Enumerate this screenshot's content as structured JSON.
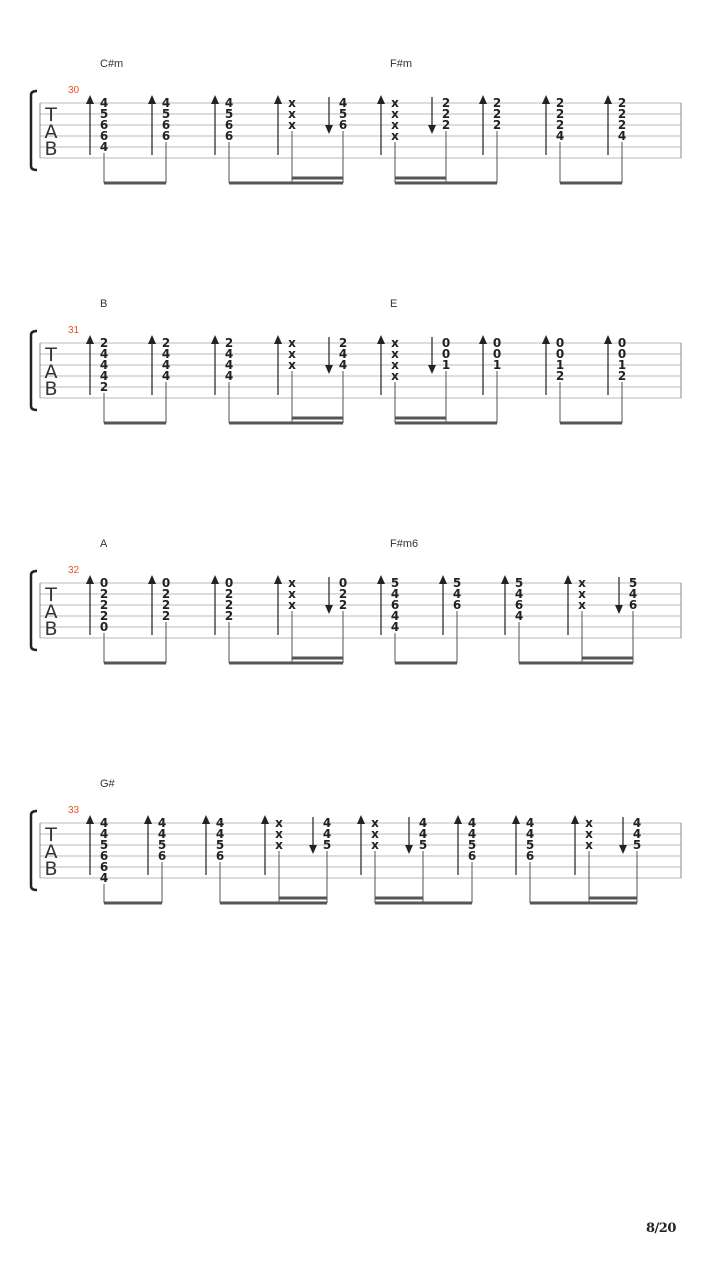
{
  "page_number": "8/20",
  "tab_letters": [
    "T",
    "A",
    "B"
  ],
  "systems": [
    {
      "measure": "30",
      "chords": [
        {
          "name": "C#m",
          "at_beat": 0
        },
        {
          "name": "F#m",
          "at_beat": 5
        }
      ],
      "beats": [
        {
          "notes": [
            {
              "s": 1,
              "f": "4"
            },
            {
              "s": 2,
              "f": "5"
            },
            {
              "s": 3,
              "f": "6"
            },
            {
              "s": 4,
              "f": "6"
            },
            {
              "s": 5,
              "f": "4"
            }
          ],
          "stroke": "up"
        },
        {
          "notes": [
            {
              "s": 1,
              "f": "4"
            },
            {
              "s": 2,
              "f": "5"
            },
            {
              "s": 3,
              "f": "6"
            },
            {
              "s": 4,
              "f": "6"
            }
          ],
          "stroke": "up"
        },
        {
          "notes": [
            {
              "s": 1,
              "f": "4"
            },
            {
              "s": 2,
              "f": "5"
            },
            {
              "s": 3,
              "f": "6"
            },
            {
              "s": 4,
              "f": "6"
            }
          ],
          "stroke": "up"
        },
        {
          "notes": [
            {
              "s": 1,
              "f": "x"
            },
            {
              "s": 2,
              "f": "x"
            },
            {
              "s": 3,
              "f": "x"
            }
          ],
          "stroke": "up"
        },
        {
          "notes": [
            {
              "s": 1,
              "f": "4"
            },
            {
              "s": 2,
              "f": "5"
            },
            {
              "s": 3,
              "f": "6"
            }
          ],
          "stroke": "down"
        },
        {
          "notes": [
            {
              "s": 1,
              "f": "x"
            },
            {
              "s": 2,
              "f": "x"
            },
            {
              "s": 3,
              "f": "x"
            },
            {
              "s": 4,
              "f": "x"
            }
          ],
          "stroke": "up"
        },
        {
          "notes": [
            {
              "s": 1,
              "f": "2"
            },
            {
              "s": 2,
              "f": "2"
            },
            {
              "s": 3,
              "f": "2"
            }
          ],
          "stroke": "down"
        },
        {
          "notes": [
            {
              "s": 1,
              "f": "2"
            },
            {
              "s": 2,
              "f": "2"
            },
            {
              "s": 3,
              "f": "2"
            }
          ],
          "stroke": "up"
        },
        {
          "notes": [
            {
              "s": 1,
              "f": "2"
            },
            {
              "s": 2,
              "f": "2"
            },
            {
              "s": 3,
              "f": "2"
            },
            {
              "s": 4,
              "f": "4"
            }
          ],
          "stroke": "up"
        },
        {
          "notes": [
            {
              "s": 1,
              "f": "2"
            },
            {
              "s": 2,
              "f": "2"
            },
            {
              "s": 3,
              "f": "2"
            },
            {
              "s": 4,
              "f": "4"
            }
          ],
          "stroke": "up"
        }
      ],
      "beams": [
        {
          "from": 0,
          "to": 1,
          "level": 1
        },
        {
          "from": 2,
          "to": 4,
          "level": 1
        },
        {
          "from": 3,
          "to": 4,
          "level": 2
        },
        {
          "from": 5,
          "to": 7,
          "level": 1
        },
        {
          "from": 5,
          "to": 6,
          "level": 2
        },
        {
          "from": 8,
          "to": 9,
          "level": 1
        }
      ]
    },
    {
      "measure": "31",
      "chords": [
        {
          "name": "B",
          "at_beat": 0
        },
        {
          "name": "E",
          "at_beat": 5
        }
      ],
      "beats": [
        {
          "notes": [
            {
              "s": 1,
              "f": "2"
            },
            {
              "s": 2,
              "f": "4"
            },
            {
              "s": 3,
              "f": "4"
            },
            {
              "s": 4,
              "f": "4"
            },
            {
              "s": 5,
              "f": "2"
            }
          ],
          "stroke": "up"
        },
        {
          "notes": [
            {
              "s": 1,
              "f": "2"
            },
            {
              "s": 2,
              "f": "4"
            },
            {
              "s": 3,
              "f": "4"
            },
            {
              "s": 4,
              "f": "4"
            }
          ],
          "stroke": "up"
        },
        {
          "notes": [
            {
              "s": 1,
              "f": "2"
            },
            {
              "s": 2,
              "f": "4"
            },
            {
              "s": 3,
              "f": "4"
            },
            {
              "s": 4,
              "f": "4"
            }
          ],
          "stroke": "up"
        },
        {
          "notes": [
            {
              "s": 1,
              "f": "x"
            },
            {
              "s": 2,
              "f": "x"
            },
            {
              "s": 3,
              "f": "x"
            }
          ],
          "stroke": "up"
        },
        {
          "notes": [
            {
              "s": 1,
              "f": "2"
            },
            {
              "s": 2,
              "f": "4"
            },
            {
              "s": 3,
              "f": "4"
            }
          ],
          "stroke": "down"
        },
        {
          "notes": [
            {
              "s": 1,
              "f": "x"
            },
            {
              "s": 2,
              "f": "x"
            },
            {
              "s": 3,
              "f": "x"
            },
            {
              "s": 4,
              "f": "x"
            }
          ],
          "stroke": "up"
        },
        {
          "notes": [
            {
              "s": 1,
              "f": "0"
            },
            {
              "s": 2,
              "f": "0"
            },
            {
              "s": 3,
              "f": "1"
            }
          ],
          "stroke": "down"
        },
        {
          "notes": [
            {
              "s": 1,
              "f": "0"
            },
            {
              "s": 2,
              "f": "0"
            },
            {
              "s": 3,
              "f": "1"
            }
          ],
          "stroke": "up"
        },
        {
          "notes": [
            {
              "s": 1,
              "f": "0"
            },
            {
              "s": 2,
              "f": "0"
            },
            {
              "s": 3,
              "f": "1"
            },
            {
              "s": 4,
              "f": "2"
            }
          ],
          "stroke": "up"
        },
        {
          "notes": [
            {
              "s": 1,
              "f": "0"
            },
            {
              "s": 2,
              "f": "0"
            },
            {
              "s": 3,
              "f": "1"
            },
            {
              "s": 4,
              "f": "2"
            }
          ],
          "stroke": "up"
        }
      ],
      "beams": [
        {
          "from": 0,
          "to": 1,
          "level": 1
        },
        {
          "from": 2,
          "to": 4,
          "level": 1
        },
        {
          "from": 3,
          "to": 4,
          "level": 2
        },
        {
          "from": 5,
          "to": 7,
          "level": 1
        },
        {
          "from": 5,
          "to": 6,
          "level": 2
        },
        {
          "from": 8,
          "to": 9,
          "level": 1
        }
      ]
    },
    {
      "measure": "32",
      "chords": [
        {
          "name": "A",
          "at_beat": 0
        },
        {
          "name": "F#m6",
          "at_beat": 5
        }
      ],
      "beats": [
        {
          "notes": [
            {
              "s": 1,
              "f": "0"
            },
            {
              "s": 2,
              "f": "2"
            },
            {
              "s": 3,
              "f": "2"
            },
            {
              "s": 4,
              "f": "2"
            },
            {
              "s": 5,
              "f": "0"
            }
          ],
          "stroke": "up"
        },
        {
          "notes": [
            {
              "s": 1,
              "f": "0"
            },
            {
              "s": 2,
              "f": "2"
            },
            {
              "s": 3,
              "f": "2"
            },
            {
              "s": 4,
              "f": "2"
            }
          ],
          "stroke": "up"
        },
        {
          "notes": [
            {
              "s": 1,
              "f": "0"
            },
            {
              "s": 2,
              "f": "2"
            },
            {
              "s": 3,
              "f": "2"
            },
            {
              "s": 4,
              "f": "2"
            }
          ],
          "stroke": "up"
        },
        {
          "notes": [
            {
              "s": 1,
              "f": "x"
            },
            {
              "s": 2,
              "f": "x"
            },
            {
              "s": 3,
              "f": "x"
            }
          ],
          "stroke": "up"
        },
        {
          "notes": [
            {
              "s": 1,
              "f": "0"
            },
            {
              "s": 2,
              "f": "2"
            },
            {
              "s": 3,
              "f": "2"
            }
          ],
          "stroke": "down"
        },
        {
          "notes": [
            {
              "s": 1,
              "f": "5"
            },
            {
              "s": 2,
              "f": "4"
            },
            {
              "s": 3,
              "f": "6"
            },
            {
              "s": 4,
              "f": "4"
            },
            {
              "s": 5,
              "f": "4"
            }
          ],
          "stroke": "up"
        },
        {
          "notes": [
            {
              "s": 1,
              "f": "5"
            },
            {
              "s": 2,
              "f": "4"
            },
            {
              "s": 3,
              "f": "6"
            }
          ],
          "stroke": "up"
        },
        {
          "notes": [
            {
              "s": 1,
              "f": "5"
            },
            {
              "s": 2,
              "f": "4"
            },
            {
              "s": 3,
              "f": "6"
            },
            {
              "s": 4,
              "f": "4"
            }
          ],
          "stroke": "up"
        },
        {
          "notes": [
            {
              "s": 1,
              "f": "x"
            },
            {
              "s": 2,
              "f": "x"
            },
            {
              "s": 3,
              "f": "x"
            }
          ],
          "stroke": "up"
        },
        {
          "notes": [
            {
              "s": 1,
              "f": "5"
            },
            {
              "s": 2,
              "f": "4"
            },
            {
              "s": 3,
              "f": "6"
            }
          ],
          "stroke": "down"
        }
      ],
      "beams": [
        {
          "from": 0,
          "to": 1,
          "level": 1
        },
        {
          "from": 2,
          "to": 4,
          "level": 1
        },
        {
          "from": 3,
          "to": 4,
          "level": 2
        },
        {
          "from": 5,
          "to": 6,
          "level": 1
        },
        {
          "from": 7,
          "to": 9,
          "level": 1
        },
        {
          "from": 8,
          "to": 9,
          "level": 2
        }
      ]
    },
    {
      "measure": "33",
      "chords": [
        {
          "name": "G#",
          "at_beat": 0
        }
      ],
      "beats": [
        {
          "notes": [
            {
              "s": 1,
              "f": "4"
            },
            {
              "s": 2,
              "f": "4"
            },
            {
              "s": 3,
              "f": "5"
            },
            {
              "s": 4,
              "f": "6"
            },
            {
              "s": 5,
              "f": "6"
            },
            {
              "s": 6,
              "f": "4"
            }
          ],
          "stroke": "up"
        },
        {
          "notes": [
            {
              "s": 1,
              "f": "4"
            },
            {
              "s": 2,
              "f": "4"
            },
            {
              "s": 3,
              "f": "5"
            },
            {
              "s": 4,
              "f": "6"
            }
          ],
          "stroke": "up"
        },
        {
          "notes": [
            {
              "s": 1,
              "f": "4"
            },
            {
              "s": 2,
              "f": "4"
            },
            {
              "s": 3,
              "f": "5"
            },
            {
              "s": 4,
              "f": "6"
            }
          ],
          "stroke": "up"
        },
        {
          "notes": [
            {
              "s": 1,
              "f": "x"
            },
            {
              "s": 2,
              "f": "x"
            },
            {
              "s": 3,
              "f": "x"
            }
          ],
          "stroke": "up"
        },
        {
          "notes": [
            {
              "s": 1,
              "f": "4"
            },
            {
              "s": 2,
              "f": "4"
            },
            {
              "s": 3,
              "f": "5"
            }
          ],
          "stroke": "down"
        },
        {
          "notes": [
            {
              "s": 1,
              "f": "x"
            },
            {
              "s": 2,
              "f": "x"
            },
            {
              "s": 3,
              "f": "x"
            }
          ],
          "stroke": "up"
        },
        {
          "notes": [
            {
              "s": 1,
              "f": "4"
            },
            {
              "s": 2,
              "f": "4"
            },
            {
              "s": 3,
              "f": "5"
            }
          ],
          "stroke": "down"
        },
        {
          "notes": [
            {
              "s": 1,
              "f": "4"
            },
            {
              "s": 2,
              "f": "4"
            },
            {
              "s": 3,
              "f": "5"
            },
            {
              "s": 4,
              "f": "6"
            }
          ],
          "stroke": "up"
        },
        {
          "notes": [
            {
              "s": 1,
              "f": "4"
            },
            {
              "s": 2,
              "f": "4"
            },
            {
              "s": 3,
              "f": "5"
            },
            {
              "s": 4,
              "f": "6"
            }
          ],
          "stroke": "up"
        },
        {
          "notes": [
            {
              "s": 1,
              "f": "x"
            },
            {
              "s": 2,
              "f": "x"
            },
            {
              "s": 3,
              "f": "x"
            }
          ],
          "stroke": "up"
        },
        {
          "notes": [
            {
              "s": 1,
              "f": "4"
            },
            {
              "s": 2,
              "f": "4"
            },
            {
              "s": 3,
              "f": "5"
            }
          ],
          "stroke": "down"
        }
      ],
      "beams": [
        {
          "from": 0,
          "to": 1,
          "level": 1
        },
        {
          "from": 2,
          "to": 4,
          "level": 1
        },
        {
          "from": 3,
          "to": 4,
          "level": 2
        },
        {
          "from": 5,
          "to": 7,
          "level": 1
        },
        {
          "from": 5,
          "to": 6,
          "level": 2
        },
        {
          "from": 8,
          "to": 10,
          "level": 1
        },
        {
          "from": 9,
          "to": 10,
          "level": 2
        }
      ]
    }
  ],
  "colors": {
    "ink": "#222222",
    "staff_line": "#bbbbbb",
    "measure_number": "#e8541b",
    "beam": "#555555"
  }
}
